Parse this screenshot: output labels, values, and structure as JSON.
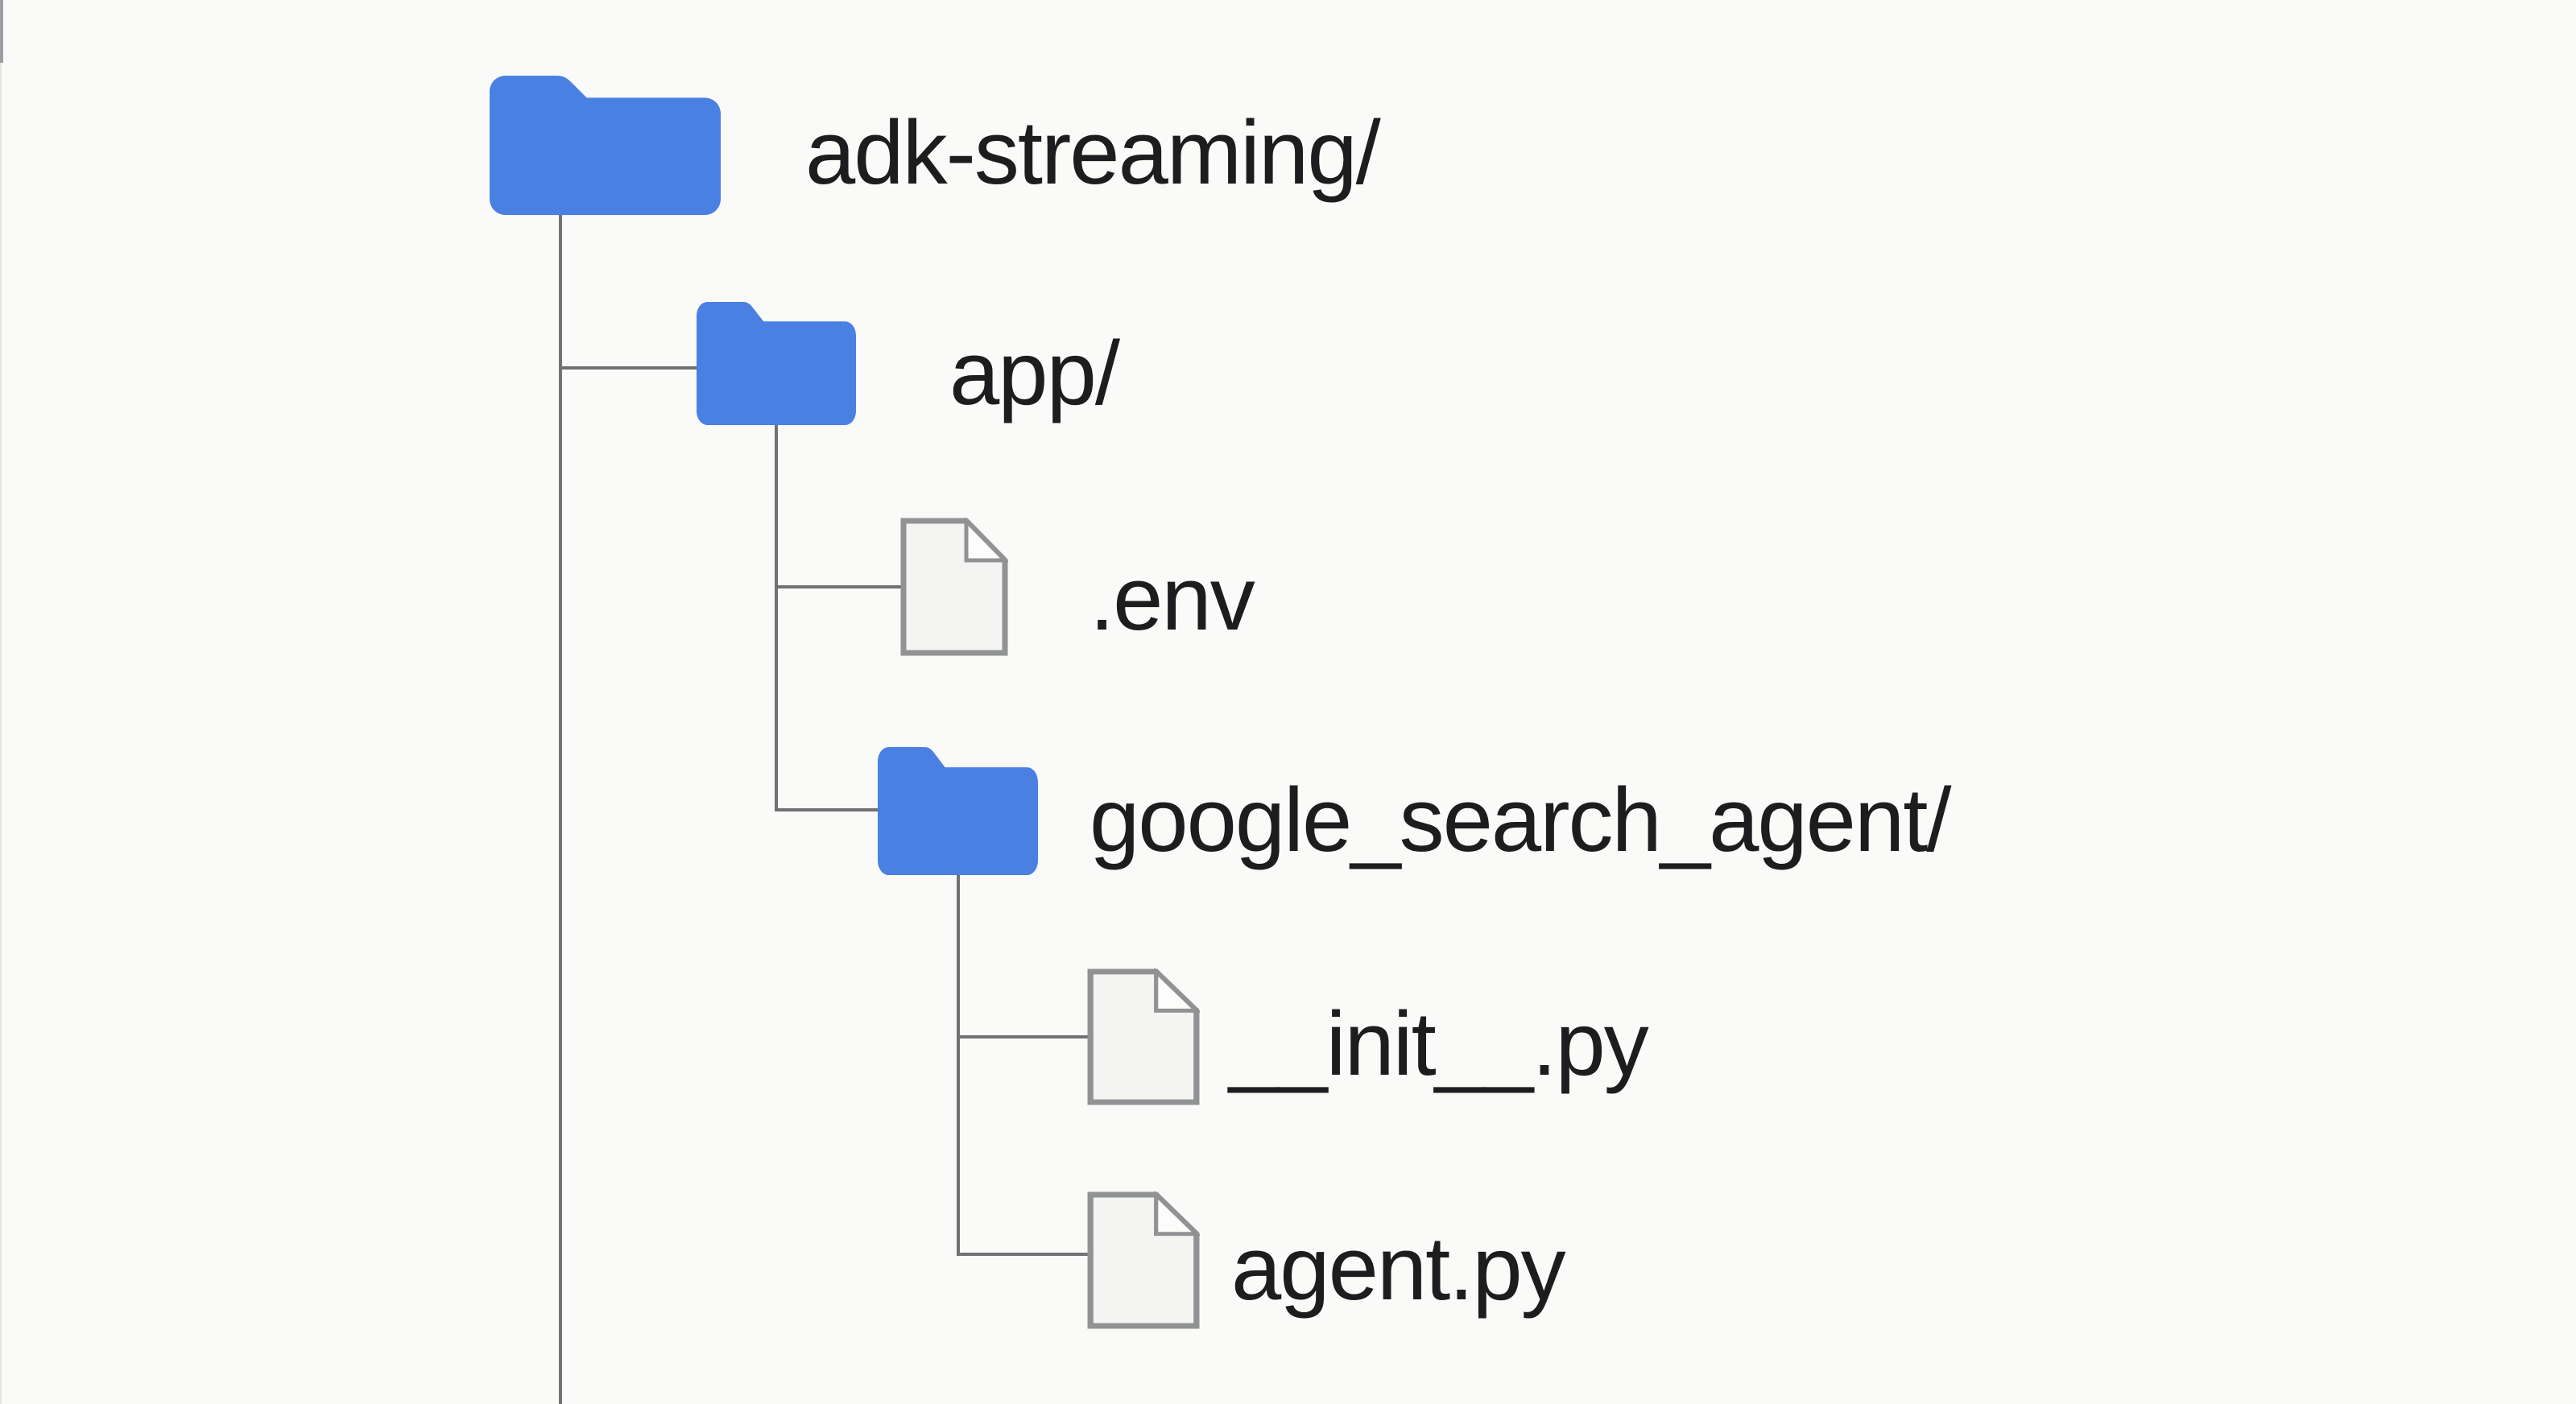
{
  "diagram_title": "adk-streaming project directory tree",
  "colors": {
    "background": "#fafaf8",
    "folder_blue": "#4a80e2",
    "line_gray": "#6f7173",
    "file_fill": "#f4f4f3",
    "file_border": "#909294",
    "fold_fill": "#fcfcfb",
    "text": "#1d1d1f",
    "edge_dark": "#9aa0a3",
    "edge_light": "#e4e4e1"
  },
  "tree": {
    "nodes": [
      {
        "label": "adk-streaming/",
        "type": "folder",
        "depth": 0,
        "icon": "folder-icon"
      },
      {
        "label": "app/",
        "type": "folder",
        "depth": 1,
        "icon": "folder-icon"
      },
      {
        "label": ".env",
        "type": "file",
        "depth": 2,
        "icon": "file-icon"
      },
      {
        "label": "google_search_agent/",
        "type": "folder",
        "depth": 2,
        "icon": "folder-icon"
      },
      {
        "label": "__init__.py",
        "type": "file",
        "depth": 3,
        "icon": "file-icon"
      },
      {
        "label": "agent.py",
        "type": "file",
        "depth": 3,
        "icon": "file-icon"
      }
    ]
  }
}
